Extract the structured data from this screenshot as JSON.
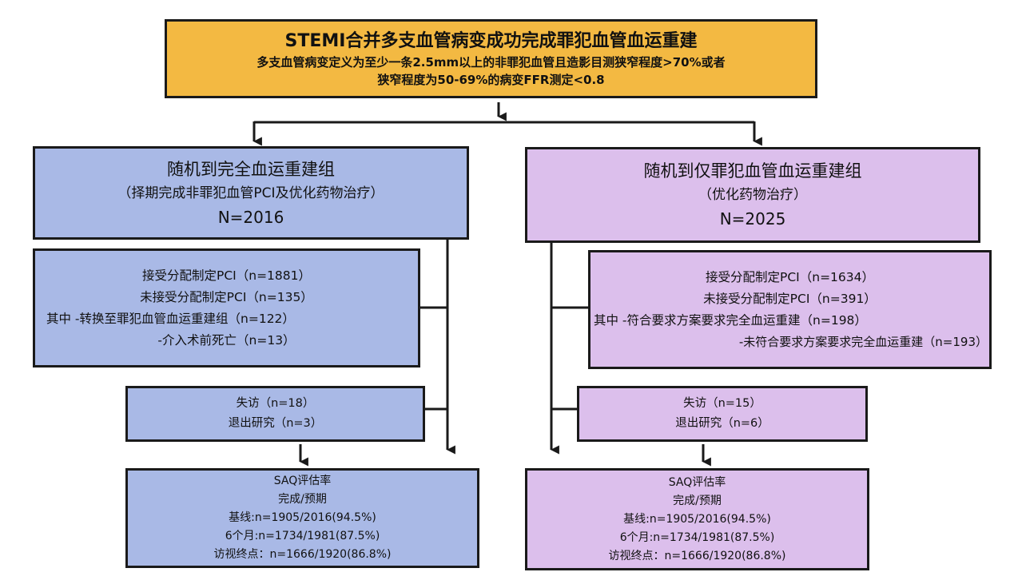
{
  "top": {
    "title": "STEMI合并多支血管病变成功完成罪犯血管血运重建",
    "line2": "多支血管病变定义为至少一条2.5mm以上的非罪犯血管且造影目测狭窄程度>70%或者",
    "line3": "狭窄程度为50-69%的病变FFR测定<0.8"
  },
  "left": {
    "group": {
      "title": "随机到完全血运重建组",
      "subtitle": "（择期完成非罪犯血管PCI及优化药物治疗）",
      "n": "N=2016"
    },
    "allocation": {
      "line1": "接受分配制定PCI（n=1881）",
      "line2": "未接受分配制定PCI（n=135）",
      "line3": "其中  -转换至罪犯血管血运重建组（n=122）",
      "line4": "-介入术前死亡（n=13）"
    },
    "loss": {
      "line1": "失访（n=18）",
      "line2": "退出研究（n=3）"
    },
    "saq": {
      "title": "SAQ评估率",
      "subtitle": "完成/预期",
      "baseline": "基线:n=1905/2016(94.5%)",
      "month6": "6个月:n=1734/1981(87.5%)",
      "endpoint": "访视终点：n=1666/1920(86.8%)"
    }
  },
  "right": {
    "group": {
      "title": "随机到仅罪犯血管血运重建组",
      "subtitle": "（优化药物治疗）",
      "n": "N=2025"
    },
    "allocation": {
      "line1": "接受分配制定PCI（n=1634）",
      "line2": "未接受分配制定PCI（n=391）",
      "line3": "其中 -符合要求方案要求完全血运重建（n=198）",
      "line4": "-未符合要求方案要求完全血运重建（n=193）"
    },
    "loss": {
      "line1": "失访（n=15）",
      "line2": "退出研究（n=6）"
    },
    "saq": {
      "title": "SAQ评估率",
      "subtitle": "完成/预期",
      "baseline": "基线:n=1905/2016(94.5%)",
      "month6": "6个月:n=1734/1981(87.5%)",
      "endpoint": "访视终点：n=1666/1920(86.8%)"
    }
  },
  "colors": {
    "top": "#f3b942",
    "left": "#a9b9e6",
    "right": "#dcbfec",
    "line": "#1a1a1a"
  }
}
